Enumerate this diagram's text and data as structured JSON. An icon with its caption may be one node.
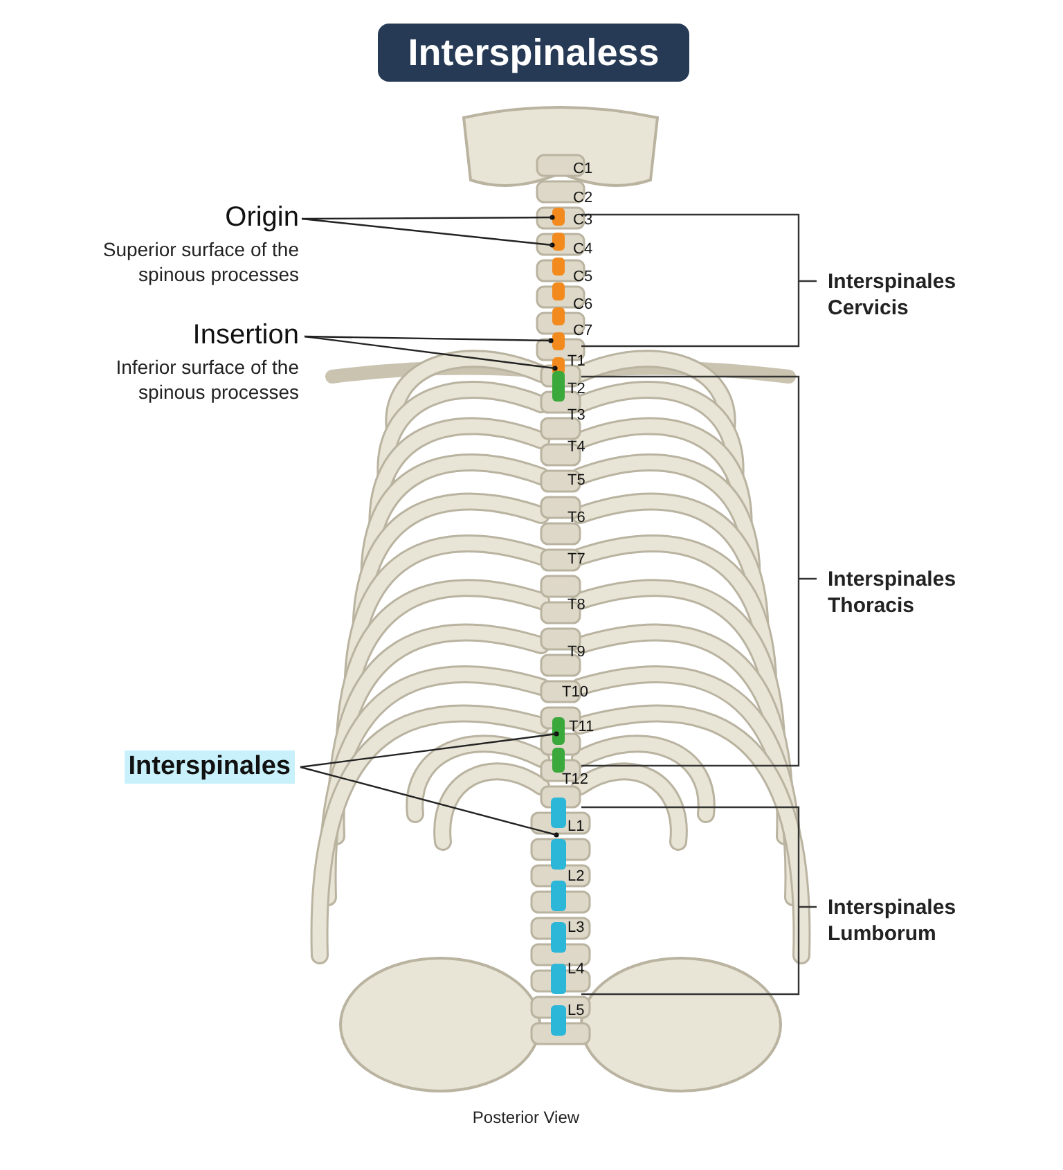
{
  "diagram": {
    "title": "Interspinaless",
    "caption": "Posterior View",
    "nodes": [
      {
        "text": [
          "Origin",
          "Superior surface of the spinous processes"
        ]
      },
      {
        "text": [],
        "shape": "dot"
      },
      {
        "text": [],
        "shape": "dot"
      },
      {
        "text": [
          "Insertion",
          "Inferior surface of the spinous processes"
        ]
      },
      {
        "text": [],
        "shape": "dot"
      },
      {
        "text": [],
        "shape": "dot"
      },
      {
        "text": [
          "Interspinales"
        ]
      },
      {
        "text": [],
        "shape": "dot"
      },
      {
        "text": [],
        "shape": "dot"
      }
    ],
    "edges": [
      {
        "from": 0,
        "to": 1,
        "arrow": "none"
      },
      {
        "from": 0,
        "to": 2,
        "arrow": "none"
      },
      {
        "from": 3,
        "to": 4,
        "arrow": "none"
      },
      {
        "from": 3,
        "to": 5,
        "arrow": "none"
      },
      {
        "from": 6,
        "to": 7,
        "arrow": "none"
      },
      {
        "from": 6,
        "to": 8,
        "arrow": "none"
      }
    ],
    "labels": [
      "C1",
      "C2",
      "C3",
      "C4",
      "C5",
      "C6",
      "C7",
      "T1",
      "T2",
      "T3",
      "T4",
      "T5",
      "T6",
      "T7",
      "T8",
      "T9",
      "T10",
      "T11",
      "T12",
      "L1",
      "L2",
      "L3",
      "L4",
      "L5",
      "Interspinales Cervicis",
      "Interspinales Thoracis",
      "Interspinales Lumborum"
    ]
  }
}
